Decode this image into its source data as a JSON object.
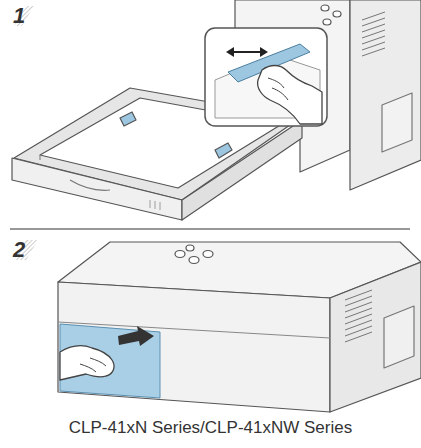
{
  "diagram": {
    "caption": "CLP-41xN Series/CLP-41xNW Series",
    "labels": [
      "1",
      "2"
    ]
  }
}
